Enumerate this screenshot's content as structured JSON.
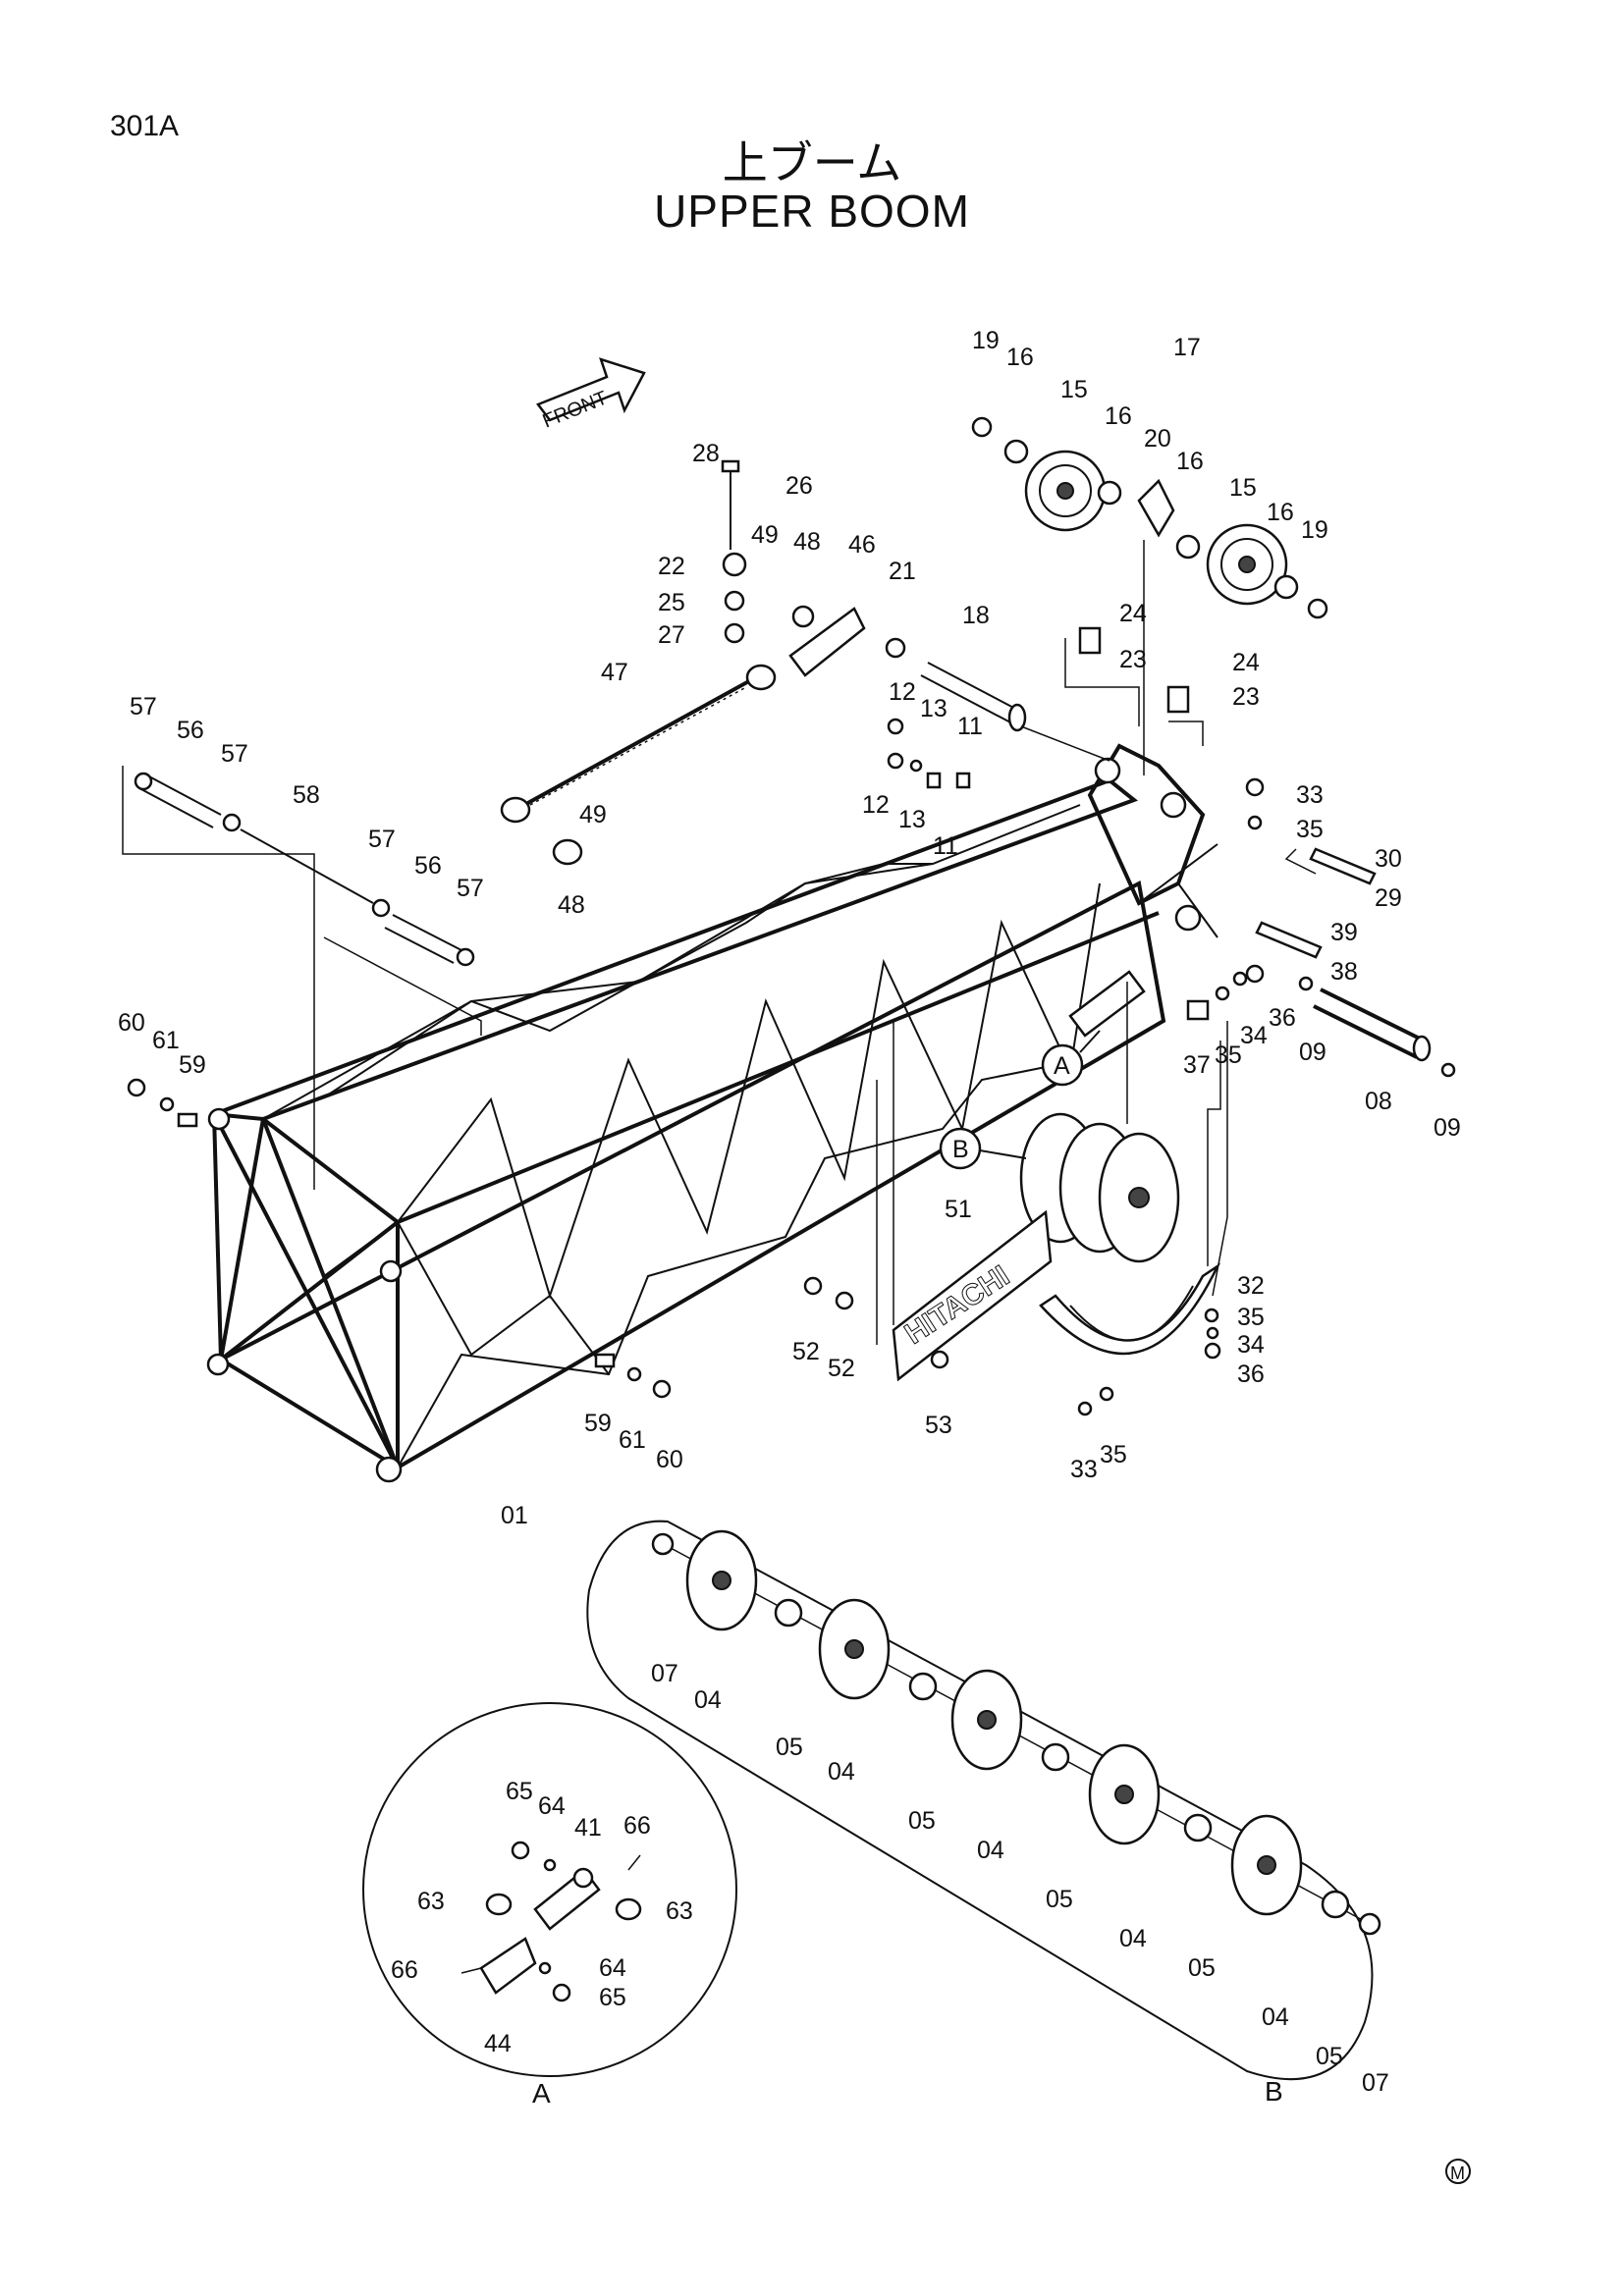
{
  "header": {
    "page_code": "301A",
    "title_jp": "上ブーム",
    "title_en": "UPPER BOOM",
    "front_label": "FRONT"
  },
  "detail_labels": {
    "a": "A",
    "b": "B"
  },
  "plate_text": "HITACHI",
  "footer_mark": "M",
  "callouts": [
    {
      "id": "c19a",
      "text": "19"
    },
    {
      "id": "c16a",
      "text": "16"
    },
    {
      "id": "c17",
      "text": "17"
    },
    {
      "id": "c15a",
      "text": "15"
    },
    {
      "id": "c16b",
      "text": "16"
    },
    {
      "id": "c20",
      "text": "20"
    },
    {
      "id": "c16c",
      "text": "16"
    },
    {
      "id": "c15b",
      "text": "15"
    },
    {
      "id": "c16d",
      "text": "16"
    },
    {
      "id": "c19b",
      "text": "19"
    },
    {
      "id": "c28",
      "text": "28"
    },
    {
      "id": "c26",
      "text": "26"
    },
    {
      "id": "c49a",
      "text": "49"
    },
    {
      "id": "c48a",
      "text": "48"
    },
    {
      "id": "c46",
      "text": "46"
    },
    {
      "id": "c21",
      "text": "21"
    },
    {
      "id": "c22",
      "text": "22"
    },
    {
      "id": "c25",
      "text": "25"
    },
    {
      "id": "c27",
      "text": "27"
    },
    {
      "id": "c18",
      "text": "18"
    },
    {
      "id": "c24a",
      "text": "24"
    },
    {
      "id": "c23a",
      "text": "23"
    },
    {
      "id": "c24b",
      "text": "24"
    },
    {
      "id": "c23b",
      "text": "23"
    },
    {
      "id": "c47",
      "text": "47"
    },
    {
      "id": "c12a",
      "text": "12"
    },
    {
      "id": "c13a",
      "text": "13"
    },
    {
      "id": "c11a",
      "text": "11"
    },
    {
      "id": "c12b",
      "text": "12"
    },
    {
      "id": "c13b",
      "text": "13"
    },
    {
      "id": "c11b",
      "text": "11"
    },
    {
      "id": "c33a",
      "text": "33"
    },
    {
      "id": "c35a",
      "text": "35"
    },
    {
      "id": "c30",
      "text": "30"
    },
    {
      "id": "c29",
      "text": "29"
    },
    {
      "id": "c39",
      "text": "39"
    },
    {
      "id": "c38",
      "text": "38"
    },
    {
      "id": "c57a",
      "text": "57"
    },
    {
      "id": "c56a",
      "text": "56"
    },
    {
      "id": "c57b",
      "text": "57"
    },
    {
      "id": "c58",
      "text": "58"
    },
    {
      "id": "c57c",
      "text": "57"
    },
    {
      "id": "c56b",
      "text": "56"
    },
    {
      "id": "c57d",
      "text": "57"
    },
    {
      "id": "c49b",
      "text": "49"
    },
    {
      "id": "c48b",
      "text": "48"
    },
    {
      "id": "c36a",
      "text": "36"
    },
    {
      "id": "c34a",
      "text": "34"
    },
    {
      "id": "c09a",
      "text": "09"
    },
    {
      "id": "c37",
      "text": "37"
    },
    {
      "id": "c35b",
      "text": "35"
    },
    {
      "id": "c08",
      "text": "08"
    },
    {
      "id": "c09b",
      "text": "09"
    },
    {
      "id": "c60a",
      "text": "60"
    },
    {
      "id": "c61a",
      "text": "61"
    },
    {
      "id": "c59a",
      "text": "59"
    },
    {
      "id": "c51",
      "text": "51"
    },
    {
      "id": "c32",
      "text": "32"
    },
    {
      "id": "c35c",
      "text": "35"
    },
    {
      "id": "c34b",
      "text": "34"
    },
    {
      "id": "c36b",
      "text": "36"
    },
    {
      "id": "c52a",
      "text": "52"
    },
    {
      "id": "c52b",
      "text": "52"
    },
    {
      "id": "c53",
      "text": "53"
    },
    {
      "id": "c33b",
      "text": "33"
    },
    {
      "id": "c35d",
      "text": "35"
    },
    {
      "id": "c59b",
      "text": "59"
    },
    {
      "id": "c61b",
      "text": "61"
    },
    {
      "id": "c60b",
      "text": "60"
    },
    {
      "id": "c01",
      "text": "01"
    },
    {
      "id": "c07a",
      "text": "07"
    },
    {
      "id": "c04a",
      "text": "04"
    },
    {
      "id": "c05a",
      "text": "05"
    },
    {
      "id": "c04b",
      "text": "04"
    },
    {
      "id": "c05b",
      "text": "05"
    },
    {
      "id": "c04c",
      "text": "04"
    },
    {
      "id": "c05c",
      "text": "05"
    },
    {
      "id": "c04d",
      "text": "04"
    },
    {
      "id": "c05d",
      "text": "05"
    },
    {
      "id": "c04e",
      "text": "04"
    },
    {
      "id": "c05e",
      "text": "05"
    },
    {
      "id": "c07b",
      "text": "07"
    },
    {
      "id": "c65a",
      "text": "65"
    },
    {
      "id": "c64a",
      "text": "64"
    },
    {
      "id": "c41",
      "text": "41"
    },
    {
      "id": "c66a",
      "text": "66"
    },
    {
      "id": "c63a",
      "text": "63"
    },
    {
      "id": "c63b",
      "text": "63"
    },
    {
      "id": "c66b",
      "text": "66"
    },
    {
      "id": "c64b",
      "text": "64"
    },
    {
      "id": "c65b",
      "text": "65"
    },
    {
      "id": "c44",
      "text": "44"
    }
  ]
}
